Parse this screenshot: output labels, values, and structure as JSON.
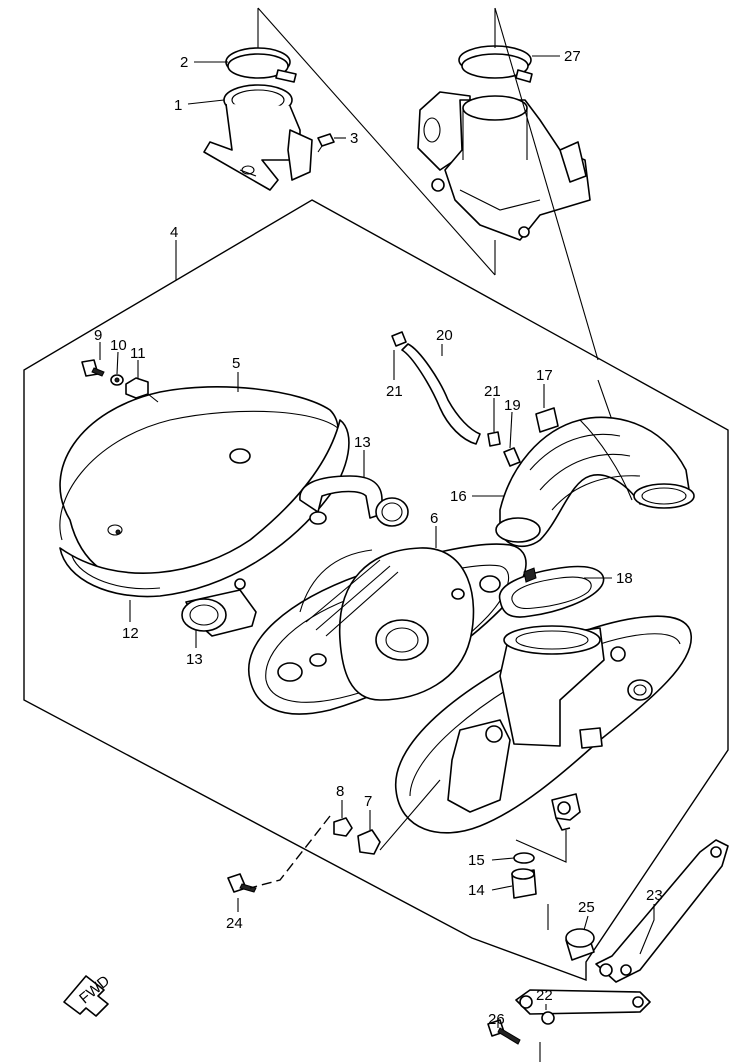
{
  "callouts": {
    "c1": "1",
    "c2": "2",
    "c3": "3",
    "c4": "4",
    "c5": "5",
    "c6": "6",
    "c7": "7",
    "c8": "8",
    "c9": "9",
    "c10": "10",
    "c11": "11",
    "c12": "12",
    "c13a": "13",
    "c13b": "13",
    "c14": "14",
    "c15": "15",
    "c16": "16",
    "c17": "17",
    "c18": "18",
    "c19": "19",
    "c20": "20",
    "c21a": "21",
    "c21b": "21",
    "c22": "22",
    "c23": "23",
    "c24": "24",
    "c25": "25",
    "c26": "26",
    "c27": "27"
  },
  "fwd_label": "FWD"
}
